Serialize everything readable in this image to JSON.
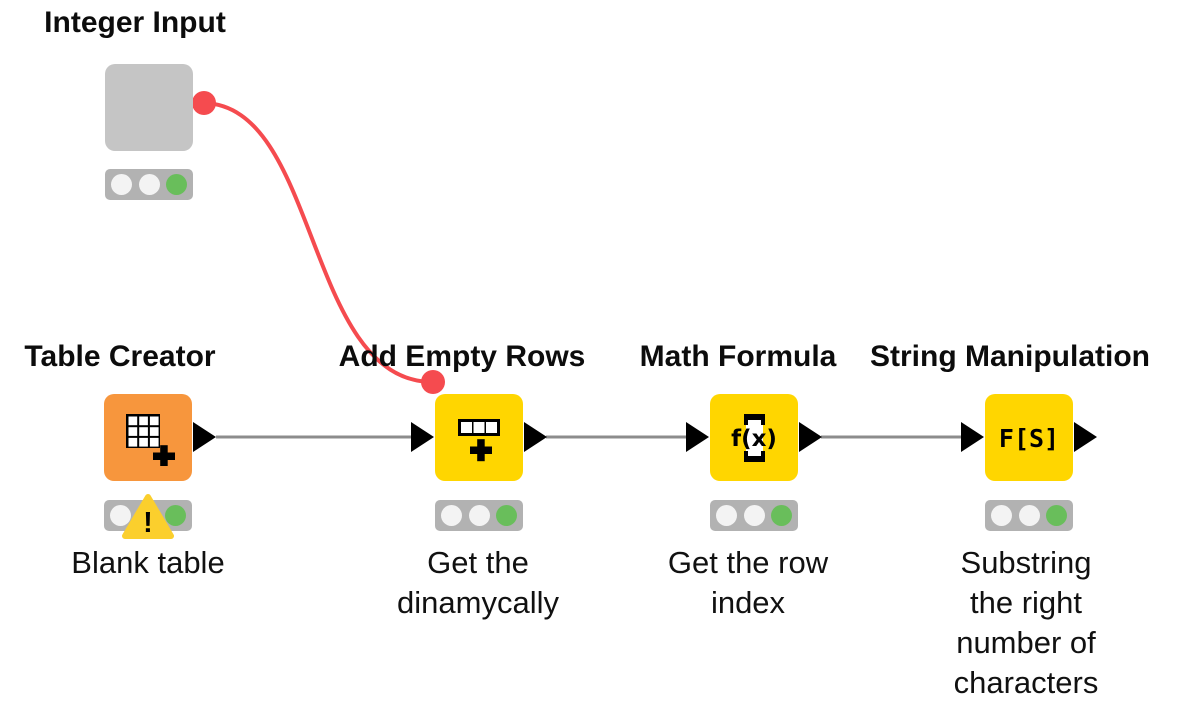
{
  "workflow": {
    "nodes": [
      {
        "title": "Integer Input",
        "caption": "",
        "status": "executed"
      },
      {
        "title": "Table Creator",
        "caption": "Blank table",
        "status": "executed-with-warning"
      },
      {
        "title": "Add Empty Rows",
        "caption": "Get the\ndinamycally",
        "status": "executed"
      },
      {
        "title": "Math Formula",
        "caption": "Get the row\nindex",
        "status": "executed"
      },
      {
        "title": "String Manipulation",
        "caption": "Substring the right\nnumber of characters",
        "status": "executed"
      }
    ],
    "connections": [
      {
        "from": "Integer Input",
        "to": "Add Empty Rows",
        "kind": "flow-variable"
      },
      {
        "from": "Table Creator",
        "to": "Add Empty Rows",
        "kind": "data"
      },
      {
        "from": "Add Empty Rows",
        "to": "Math Formula",
        "kind": "data"
      },
      {
        "from": "Math Formula",
        "to": "String Manipulation",
        "kind": "data"
      }
    ],
    "glyphs": {
      "math_formula_icon_text": "f(x)",
      "string_manipulation_icon_text": "F[S]",
      "warning_mark": "!"
    },
    "colors": {
      "node_yellow": "#FFD600",
      "node_orange": "#F7963D",
      "node_gray": "#C5C5C5",
      "flow_variable_red": "#F54B4F",
      "status_green": "#69BE5B",
      "warning_yellow": "#FBCF2D",
      "connector_gray": "#8C8C8C"
    }
  }
}
